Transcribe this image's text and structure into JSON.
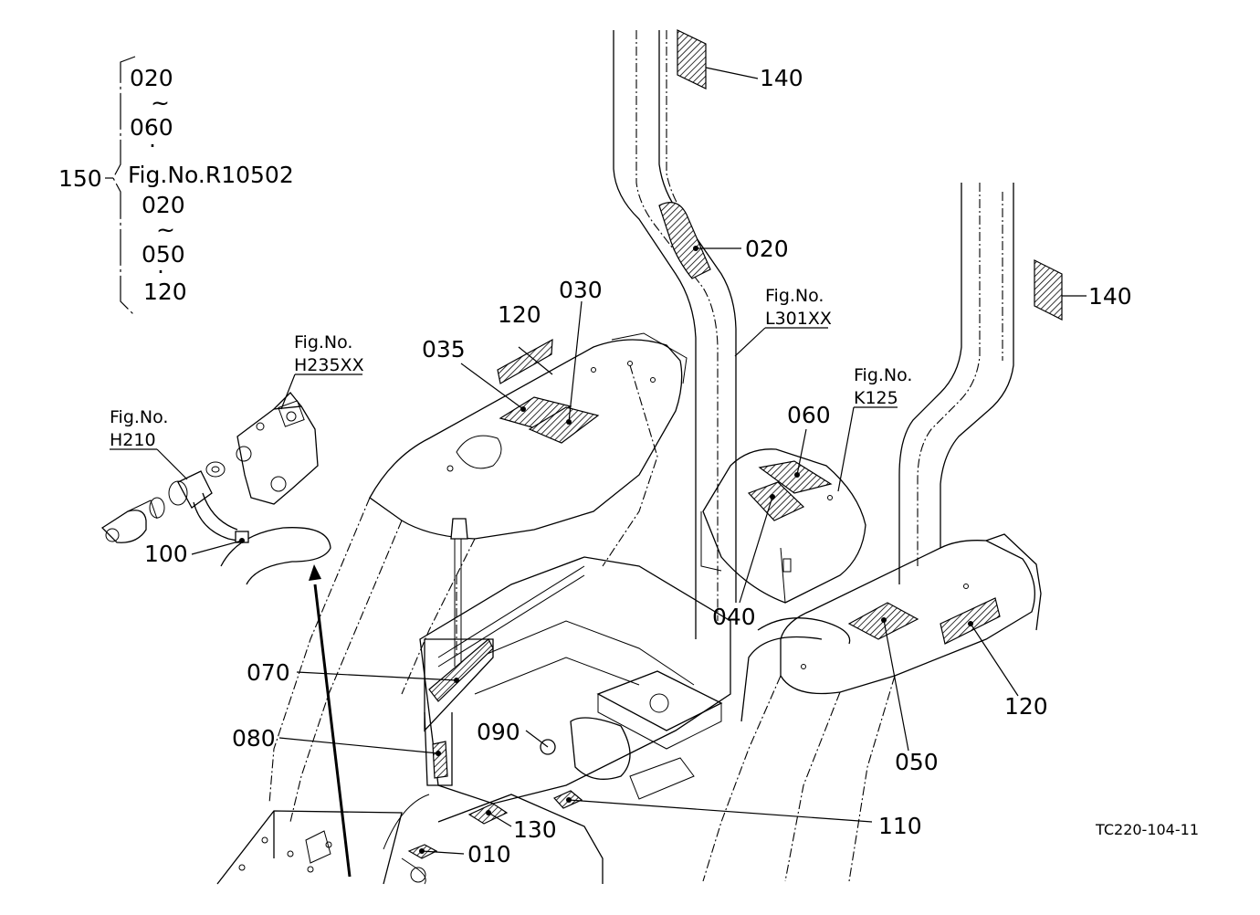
{
  "labels": {
    "p010": "010",
    "p020": "020",
    "p030": "030",
    "p035": "035",
    "p040": "040",
    "p050": "050",
    "p060": "060",
    "p070": "070",
    "p080": "080",
    "p090": "090",
    "p100": "100",
    "p110": "110",
    "p120_a": "120",
    "p120_b": "120",
    "p130": "130",
    "p140_a": "140",
    "p140_b": "140",
    "p150": "150"
  },
  "set_list": {
    "line1": "020",
    "tilde1": "~",
    "line2": "060",
    "dot1": "·",
    "line3": "Fig.No.R10502",
    "line4": "020",
    "tilde2": "~",
    "line5": "050",
    "dot2": "·",
    "line6": "120"
  },
  "fig_refs": {
    "h235_title": "Fig.No.",
    "h235_code": "H235XX",
    "h210_title": "Fig.No.",
    "h210_code": "H210",
    "l301_title": "Fig.No.",
    "l301_code": "L301XX",
    "k125_title": "Fig.No.",
    "k125_code": "K125"
  },
  "drawing_code": "TC220-104-11"
}
